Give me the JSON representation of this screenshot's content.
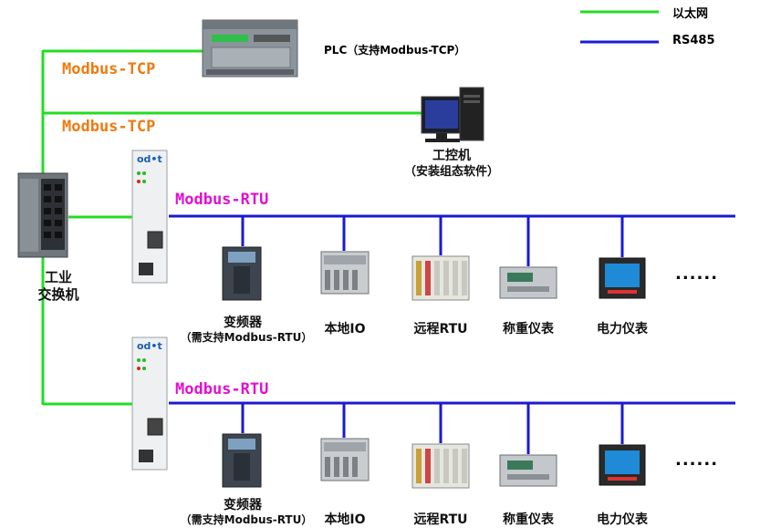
{
  "legend": {
    "ethernet": {
      "label": "以太网",
      "color": "#22dd22"
    },
    "rs485": {
      "label": "RS485",
      "color": "#1a1ad0"
    }
  },
  "network": {
    "tcp_label_1": "Modbus-TCP",
    "tcp_label_2": "Modbus-TCP",
    "tcp_color": "#ee7a11",
    "rtu_label_1": "Modbus-RTU",
    "rtu_label_2": "Modbus-RTU",
    "rtu_color": "#e010d0"
  },
  "devices": {
    "plc": "PLC（支持Modbus-TCP）",
    "ipc_line1": "工控机",
    "ipc_line2": "（安装组态软件）",
    "switch_line1": "工业",
    "switch_line2": "交换机",
    "gateway_brand": "od•t"
  },
  "bus_rows": [
    {
      "items": [
        {
          "line1": "变频器",
          "line2": "（需支持Modbus-RTU）"
        },
        {
          "line1": "本地IO"
        },
        {
          "line1": "远程RTU"
        },
        {
          "line1": "称重仪表"
        },
        {
          "line1": "电力仪表"
        }
      ],
      "more": "......"
    },
    {
      "items": [
        {
          "line1": "变频器",
          "line2": "（需支持Modbus-RTU）"
        },
        {
          "line1": "本地IO"
        },
        {
          "line1": "远程RTU"
        },
        {
          "line1": "称重仪表"
        },
        {
          "line1": "电力仪表"
        }
      ],
      "more": "......"
    }
  ]
}
